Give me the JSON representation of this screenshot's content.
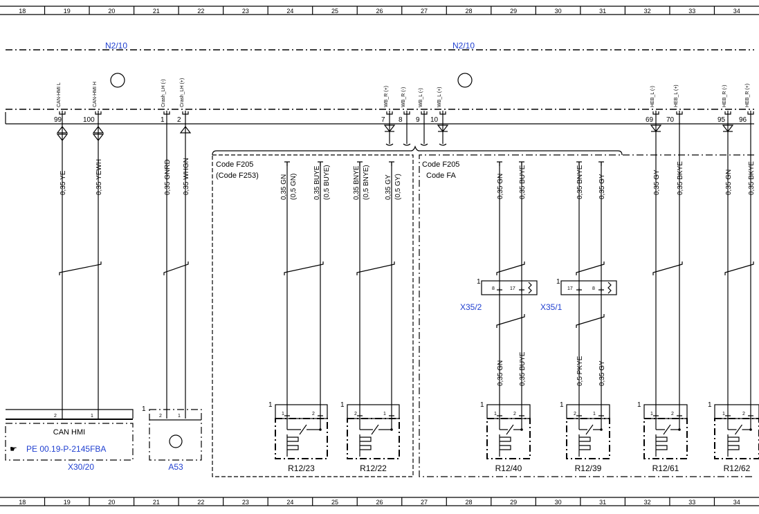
{
  "ruler": [
    "18",
    "19",
    "20",
    "21",
    "22",
    "23",
    "24",
    "25",
    "26",
    "27",
    "28",
    "29",
    "30",
    "31",
    "32",
    "33",
    "34"
  ],
  "connector_labels": {
    "left": "N2/10",
    "right": "N2/10"
  },
  "pins": [
    {
      "num": "99",
      "name": "CAN-HMI L"
    },
    {
      "num": "100",
      "name": "CAN-HMI H"
    },
    {
      "num": "1",
      "name": "Crash_LH (-)"
    },
    {
      "num": "2",
      "name": "Crash_LH (+)"
    },
    {
      "num": "7",
      "name": "WB_R (+)"
    },
    {
      "num": "8",
      "name": "WB_R (-)"
    },
    {
      "num": "9",
      "name": "WB_L (-)"
    },
    {
      "num": "10",
      "name": "WB_L (+)"
    },
    {
      "num": "69",
      "name": "HEB_L (-)"
    },
    {
      "num": "70",
      "name": "HEB_L (+)"
    },
    {
      "num": "95",
      "name": "HEB_R (-)"
    },
    {
      "num": "96",
      "name": "HEB_R (+)"
    }
  ],
  "wires_upper": [
    "0,35 YE",
    "0,35 YEWH",
    "0,35 GNRD",
    "0,35 WHGN",
    "0,35 GY",
    "0,35 BKYE",
    "0,35 GN",
    "0,35 BKYE"
  ],
  "code_box_left": {
    "line1": "Code F205",
    "line2": "(Code F253)"
  },
  "code_box_right": {
    "line1": "Code F205",
    "line2": "Code FA"
  },
  "wires_left_box": [
    {
      "a": "0,35 GN",
      "b": "(0,5 GN)"
    },
    {
      "a": "0,35 BUYE",
      "b": "(0,5 BUYE)"
    },
    {
      "a": "0,35 BNYE",
      "b": "(0,5 BNYE)"
    },
    {
      "a": "0,35 GY",
      "b": "(0,5 GY)"
    }
  ],
  "wires_right_upper": [
    "0,35 GN",
    "0,35 BUYE",
    "0,35 BNYE",
    "0,35 GY"
  ],
  "wires_right_lower": [
    "0,35 GN",
    "0,35 BUYE",
    "0,5 PKYE",
    "0,35 GY"
  ],
  "x35_2": {
    "label": "X35/2",
    "num": "1",
    "pin_a": "8",
    "pin_b": "17"
  },
  "x35_1": {
    "label": "X35/1",
    "num": "1",
    "pin_a": "17",
    "pin_b": "8"
  },
  "can_hmi": {
    "title": "CAN HMI",
    "ref": "PE 00.19-P-2145FBA",
    "label": "X30/20",
    "pin_a": "2",
    "pin_b": "1"
  },
  "a53": {
    "label": "A53",
    "num": "1",
    "pin_a": "2",
    "pin_b": "1"
  },
  "heaters": [
    {
      "label": "R12/23",
      "num": "1",
      "pin_a": "1",
      "pin_b": "2"
    },
    {
      "label": "R12/22",
      "num": "1",
      "pin_a": "2",
      "pin_b": "1"
    },
    {
      "label": "R12/40",
      "num": "1",
      "pin_a": "1",
      "pin_b": "2"
    },
    {
      "label": "R12/39",
      "num": "1",
      "pin_a": "2",
      "pin_b": "1"
    },
    {
      "label": "R12/61",
      "num": "1",
      "pin_a": "1",
      "pin_b": "2"
    },
    {
      "label": "R12/62",
      "num": "1",
      "pin_a": "1",
      "pin_b": "2"
    }
  ],
  "colors": {
    "line": "#000000",
    "label_blue": "#1f3fd0",
    "background": "#ffffff"
  }
}
